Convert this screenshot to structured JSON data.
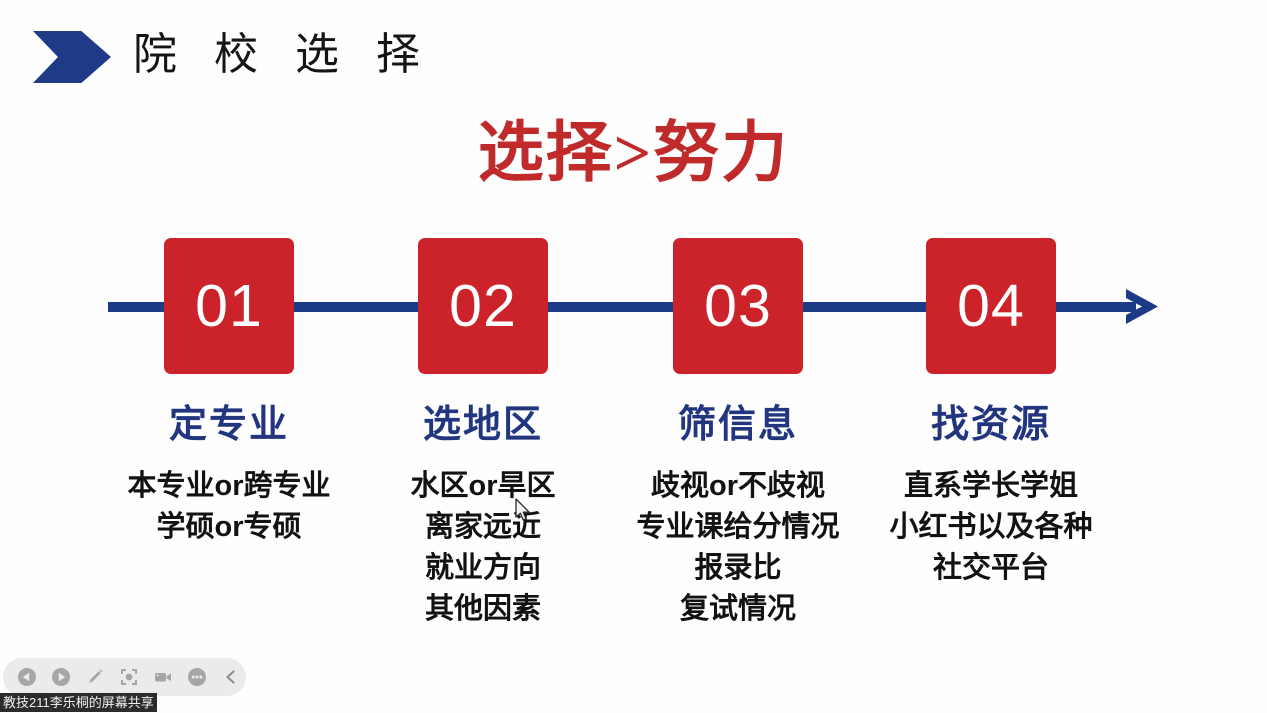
{
  "slide": {
    "header": {
      "chevron_icon": "chevron-right-icon",
      "title": "院 校 选 择"
    },
    "headline": "选择>努力",
    "timeline": {
      "line_color": "#1B3B86",
      "box_color": "#CC2229",
      "arrow_icon": "arrow-right-icon",
      "steps": [
        {
          "number": "01"
        },
        {
          "number": "02"
        },
        {
          "number": "03"
        },
        {
          "number": "04"
        }
      ]
    },
    "columns": [
      {
        "title": "定专业",
        "title_color": "#22357F",
        "lines": [
          "本专业or跨专业",
          "学硕or专硕"
        ]
      },
      {
        "title": "选地区",
        "title_color": "#22357F",
        "lines": [
          "水区or旱区",
          "离家远近",
          "就业方向",
          "其他因素"
        ]
      },
      {
        "title": "筛信息",
        "title_color": "#22357F",
        "lines": [
          "歧视or不歧视",
          "专业课给分情况",
          "报录比",
          "复试情况"
        ]
      },
      {
        "title": "找资源",
        "title_color": "#22357F",
        "lines": [
          "直系学长学姐",
          "小红书以及各种",
          "社交平台"
        ]
      }
    ]
  },
  "meeting": {
    "toolbar": {
      "buttons": [
        {
          "name": "previous-slide-button",
          "icon": "circle-arrow-left-icon"
        },
        {
          "name": "next-slide-button",
          "icon": "circle-arrow-right-icon"
        },
        {
          "name": "annotate-button",
          "icon": "pencil-icon"
        },
        {
          "name": "spotlight-button",
          "icon": "focus-target-icon"
        },
        {
          "name": "video-button",
          "icon": "video-camera-icon"
        },
        {
          "name": "more-options-button",
          "icon": "more-dots-icon"
        },
        {
          "name": "collapse-toolbar-button",
          "icon": "chevron-left-icon"
        }
      ]
    },
    "status_bar": "教技211李乐桐的屏幕共享"
  }
}
